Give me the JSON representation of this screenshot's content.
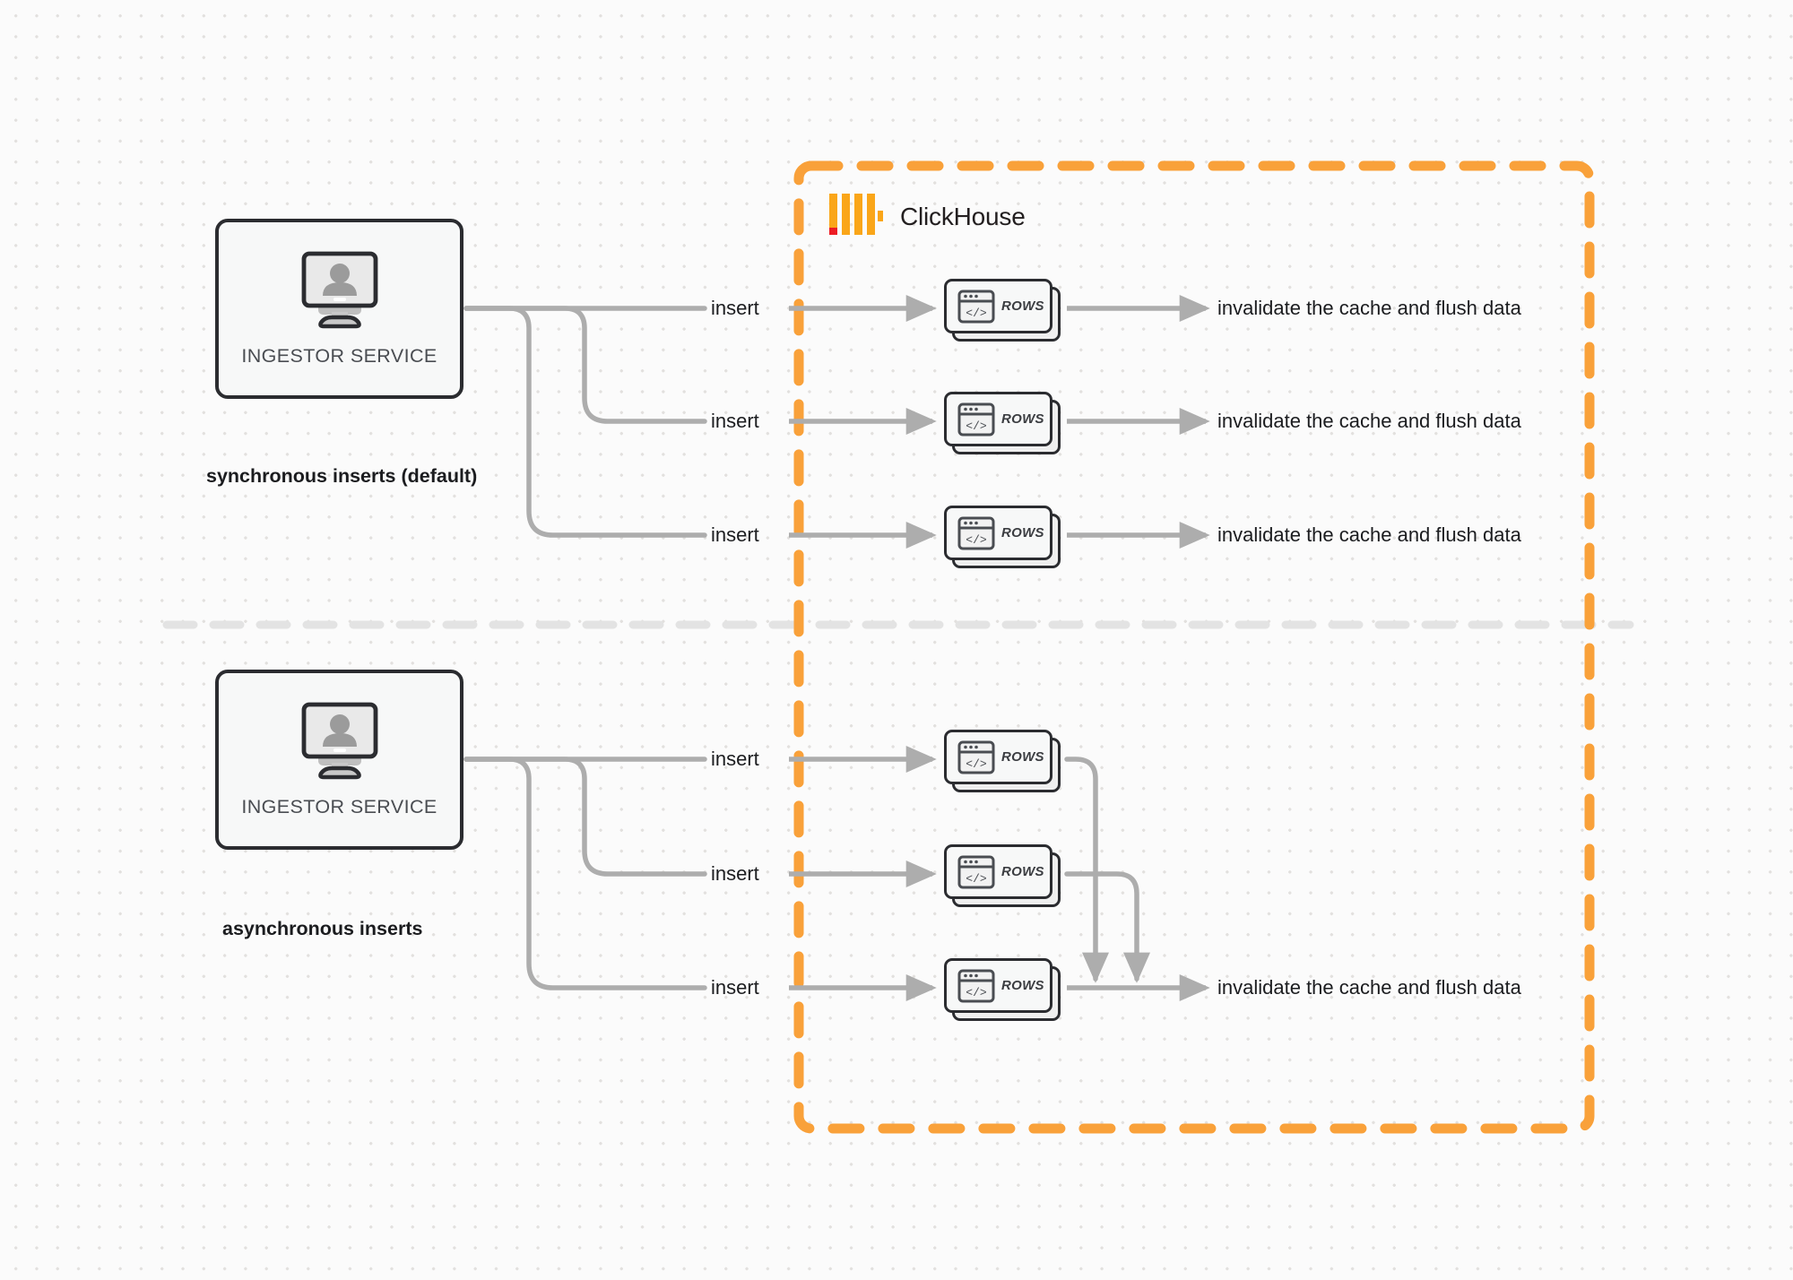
{
  "diagram": {
    "title": "ClickHouse synchronous vs asynchronous inserts",
    "background_color": "#fbfbfb",
    "dot_color": "#e2e0de",
    "accent_color": "#f9a13a",
    "edge_color": "#adadad",
    "node_border_color": "#2b2c30"
  },
  "boundary": {
    "name": "ClickHouse",
    "style": "dashed",
    "color": "#f9a13a"
  },
  "sections": [
    {
      "id": "synchronous",
      "caption": "synchronous inserts (default)",
      "source": {
        "label": "INGESTOR SERVICE",
        "icon": "monitor-user-icon"
      },
      "flows": [
        {
          "edge_in": "insert",
          "node": "ROWS",
          "edge_out": "invalidate the cache and flush data"
        },
        {
          "edge_in": "insert",
          "node": "ROWS",
          "edge_out": "invalidate the cache and flush data"
        },
        {
          "edge_in": "insert",
          "node": "ROWS",
          "edge_out": "invalidate the cache and flush data"
        }
      ]
    },
    {
      "id": "asynchronous",
      "caption": "asynchronous inserts",
      "source": {
        "label": "INGESTOR SERVICE",
        "icon": "monitor-user-icon"
      },
      "flows": [
        {
          "edge_in": "insert",
          "node": "ROWS",
          "edge_out": ""
        },
        {
          "edge_in": "insert",
          "node": "ROWS",
          "edge_out": ""
        },
        {
          "edge_in": "insert",
          "node": "ROWS",
          "edge_out": "invalidate the cache and flush data"
        }
      ],
      "merged_edge_out": "invalidate the cache and flush data"
    }
  ],
  "labels": {
    "insert": "insert",
    "rows": "ROWS",
    "invalidate": "invalidate the cache and flush data",
    "ingestor": "INGESTOR SERVICE",
    "sync_caption": "synchronous inserts (default)",
    "async_caption": "asynchronous inserts",
    "clickhouse": "ClickHouse"
  }
}
